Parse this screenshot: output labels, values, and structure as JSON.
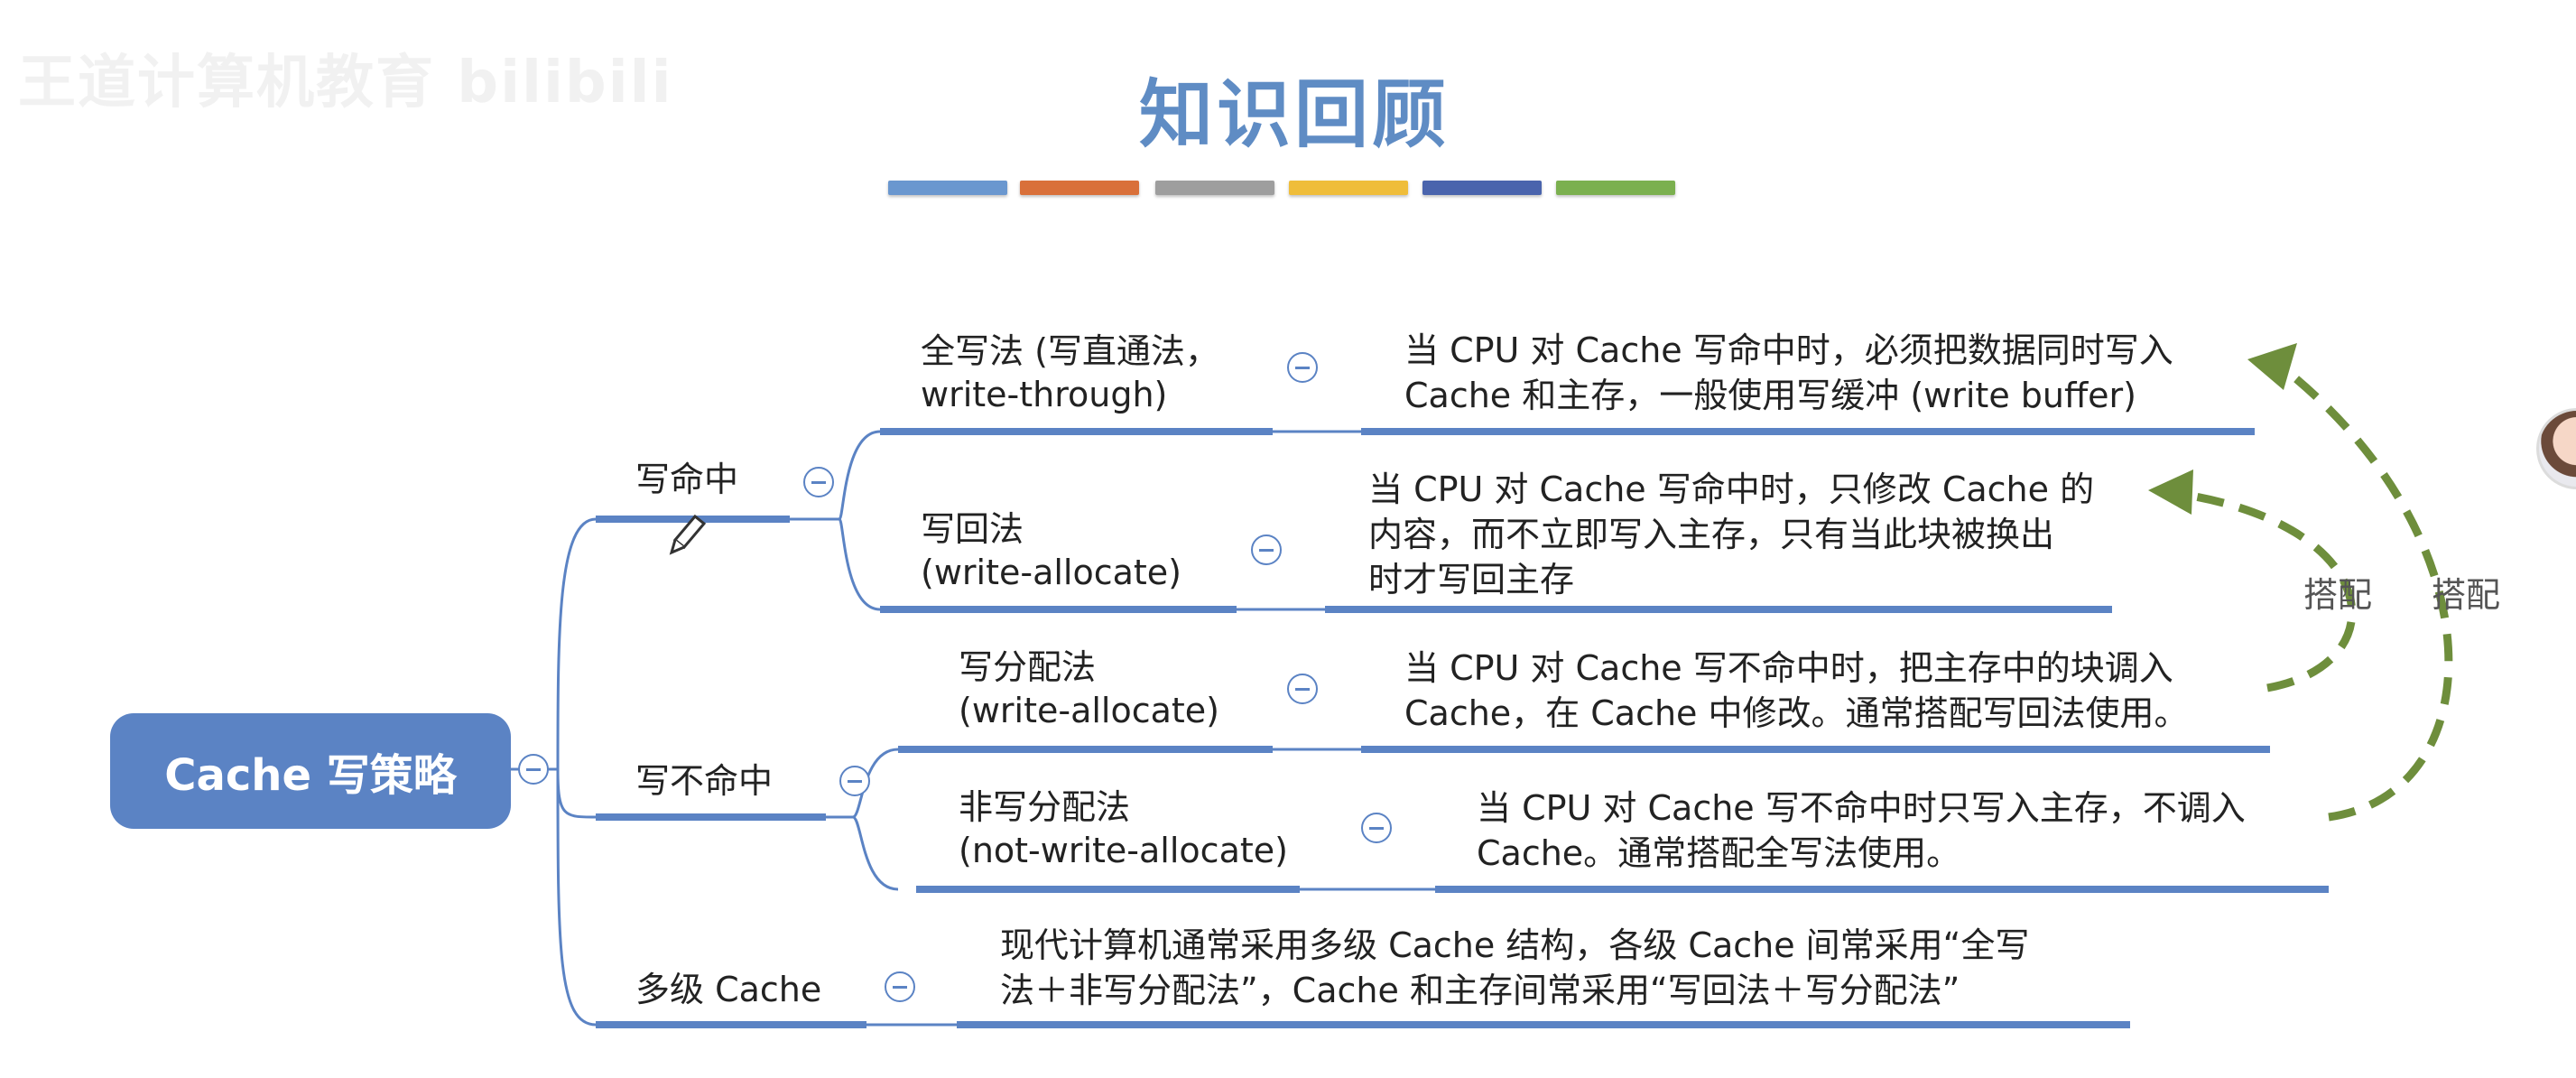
{
  "watermark": "王道计算机教育 bilibili",
  "title": "知识回顾",
  "color_bars": [
    "#6a97cf",
    "#d9703a",
    "#9e9e9e",
    "#efbd3a",
    "#4a64ad",
    "#7bb04f"
  ],
  "colors": {
    "branch": "#5b83c4",
    "arrow": "#6e8e3c",
    "title": "#5f8cc4"
  },
  "root": {
    "label": "Cache 写策略"
  },
  "branches": [
    {
      "label": "写命中",
      "children": [
        {
          "label_lines": [
            "全写法 (写直通法，",
            "write-through)"
          ],
          "desc_lines": [
            "当 CPU 对 Cache 写命中时，必须把数据同时写入",
            "Cache 和主存，一般使用写缓冲 (write buffer)"
          ]
        },
        {
          "label_lines": [
            "写回法",
            "(write-allocate)"
          ],
          "desc_lines": [
            "当 CPU 对 Cache 写命中时，只修改 Cache 的",
            "内容，而不立即写入主存，只有当此块被换出",
            "时才写回主存"
          ]
        }
      ]
    },
    {
      "label": "写不命中",
      "children": [
        {
          "label_lines": [
            "写分配法",
            "(write-allocate)"
          ],
          "desc_lines": [
            "当 CPU 对 Cache 写不命中时，把主存中的块调入",
            "Cache，在 Cache 中修改。通常搭配写回法使用。"
          ]
        },
        {
          "label_lines": [
            "非写分配法",
            "(not-write-allocate)"
          ],
          "desc_lines": [
            "当 CPU 对 Cache 写不命中时只写入主存，不调入",
            "Cache。通常搭配全写法使用。"
          ]
        }
      ]
    },
    {
      "label": "多级 Cache",
      "desc_lines": [
        "现代计算机通常采用多级 Cache 结构，各级 Cache 间常采用“全写",
        "法＋非写分配法”，Cache 和主存间常采用“写回法＋写分配法”"
      ]
    }
  ],
  "pairings": [
    "搭配",
    "搭配"
  ]
}
